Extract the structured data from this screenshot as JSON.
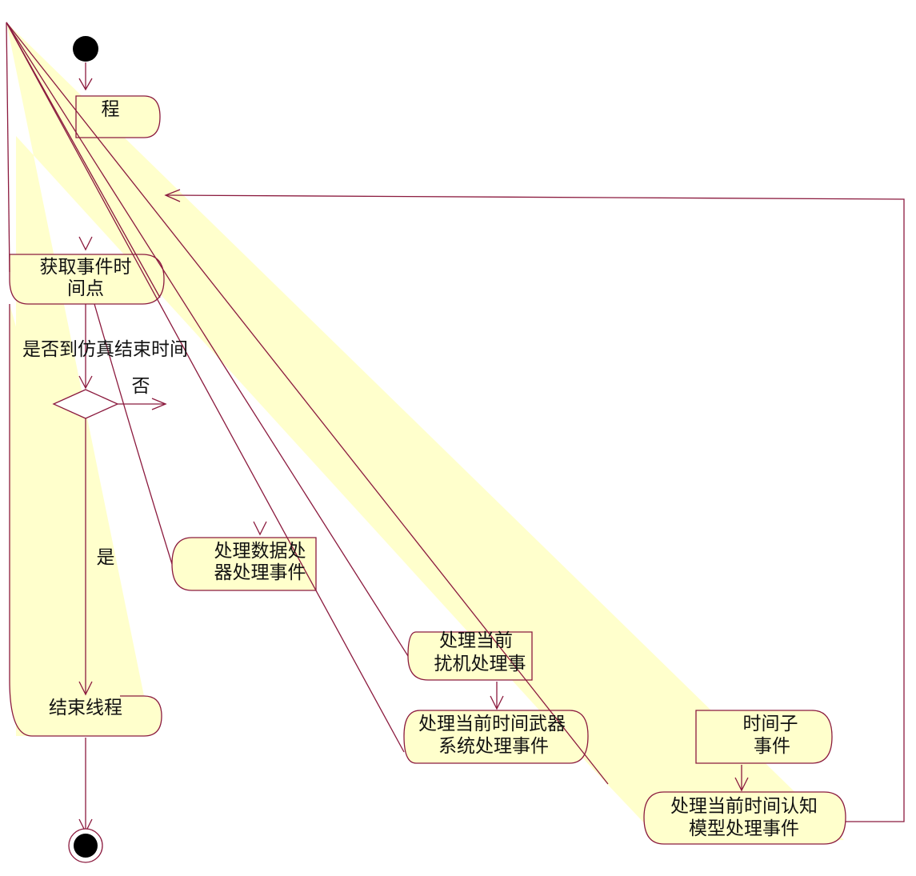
{
  "diagram": {
    "colors": {
      "stroke": "#8b1a3e",
      "fill": "#ffffcc",
      "node": "#000000",
      "text": "#111111",
      "background": "#ffffff"
    },
    "nodes": {
      "start_thread": [
        "程"
      ],
      "get_event_time": [
        "获取事件时",
        "间点"
      ],
      "decision_question": "是否到仿真结束时间",
      "branch_no": "否",
      "branch_yes": "是",
      "end_thread": [
        "结束线程"
      ],
      "process_data_handler": [
        "处理数据处",
        "器处理事件"
      ],
      "process_jammer": [
        "处理当前",
        "扰机处理事"
      ],
      "process_weapon": [
        "处理当前时间武器",
        "系统处理事件"
      ],
      "process_subsystem": [
        "时间子",
        "事件"
      ],
      "process_cognitive": [
        "处理当前时间认知",
        "模型处理事件"
      ]
    }
  }
}
